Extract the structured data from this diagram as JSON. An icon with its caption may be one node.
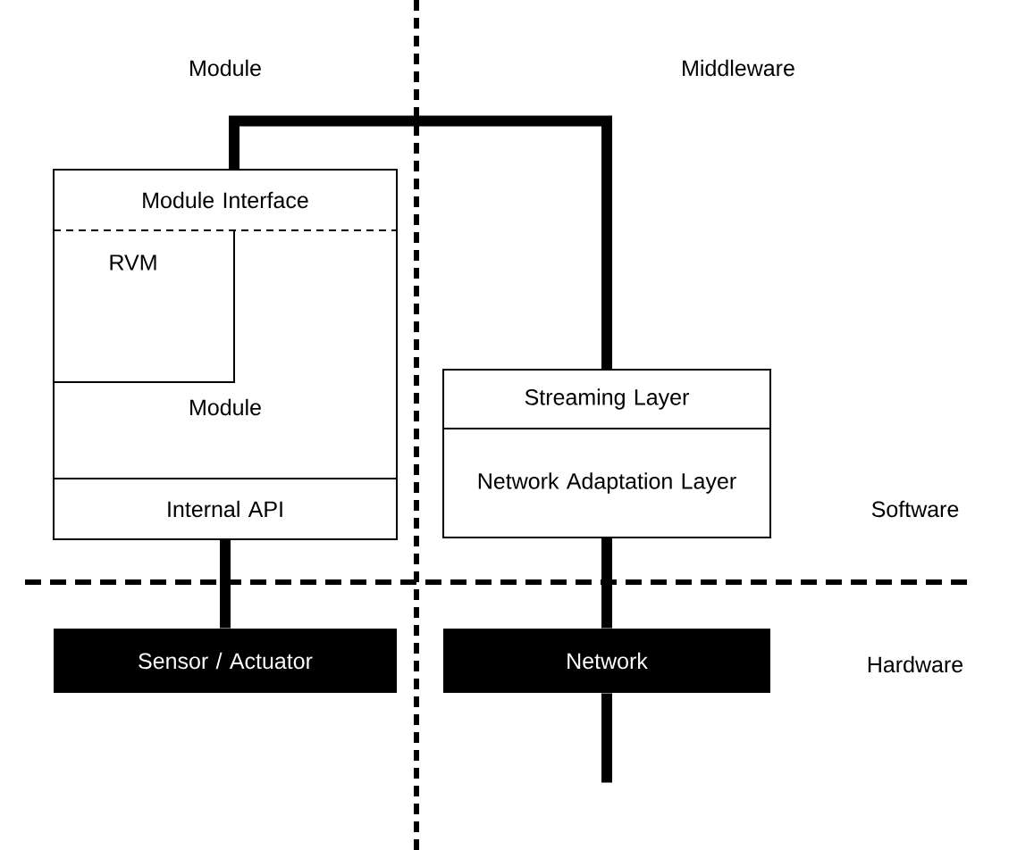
{
  "diagram": {
    "nodes": [
      {
        "text": [
          "Module"
        ]
      },
      {
        "text": [
          "Module Interface"
        ],
        "in": 0
      },
      {
        "text": [
          "RVM"
        ],
        "in": 0
      },
      {
        "text": [
          "Internal API"
        ],
        "in": 0
      },
      {
        "text": [
          "Streaming Layer"
        ]
      },
      {
        "text": [
          "Network Adaptation Layer"
        ]
      },
      {
        "text": [
          "Sensor / Actuator"
        ]
      },
      {
        "text": [
          "Network"
        ]
      }
    ],
    "edges": [
      {
        "from": 1,
        "to": 4,
        "arrow": "none"
      },
      {
        "from": 3,
        "to": 6,
        "arrow": "none"
      },
      {
        "from": 5,
        "to": 7,
        "arrow": "none"
      },
      {
        "from": 7,
        "to": null,
        "arrow": "none"
      }
    ],
    "labels": [
      "Module",
      "Middleware",
      "Software",
      "Hardware"
    ]
  }
}
